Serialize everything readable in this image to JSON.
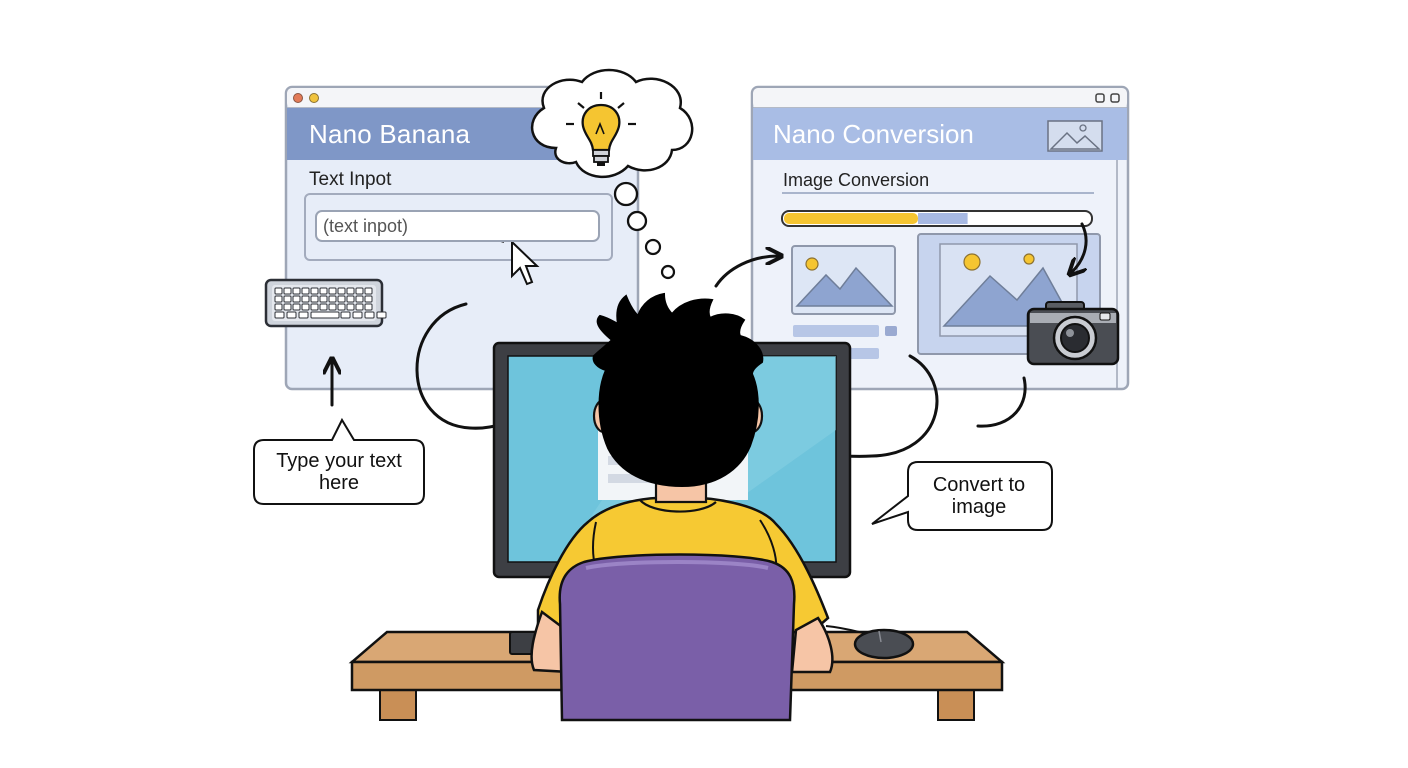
{
  "left_window": {
    "title": "Nano Banana",
    "field_label": "Text Inpot",
    "input_placeholder": "(text inpot)",
    "header_color": "#7f97c7",
    "body_color": "#e7edf8"
  },
  "right_window": {
    "title": "Nano Conversion",
    "section_label": "Image Conversion",
    "progress_fraction": 0.6,
    "progress_color": "#f5c531",
    "progress_secondary_color": "#a7b9e3",
    "header_color": "#a9bde5"
  },
  "callouts": {
    "type_text": "Type your text\nhere",
    "convert": "Convert to\nimage"
  },
  "icons": [
    "keyboard-icon",
    "lightbulb-icon",
    "cursor-icon",
    "camera-icon",
    "image-icon",
    "mouse-icon"
  ],
  "colors": {
    "monitor_screen": "#6ec4dc",
    "shirt": "#f6c933",
    "chair": "#7a5fa8",
    "desk": "#d9a774",
    "hair": "#000000"
  }
}
